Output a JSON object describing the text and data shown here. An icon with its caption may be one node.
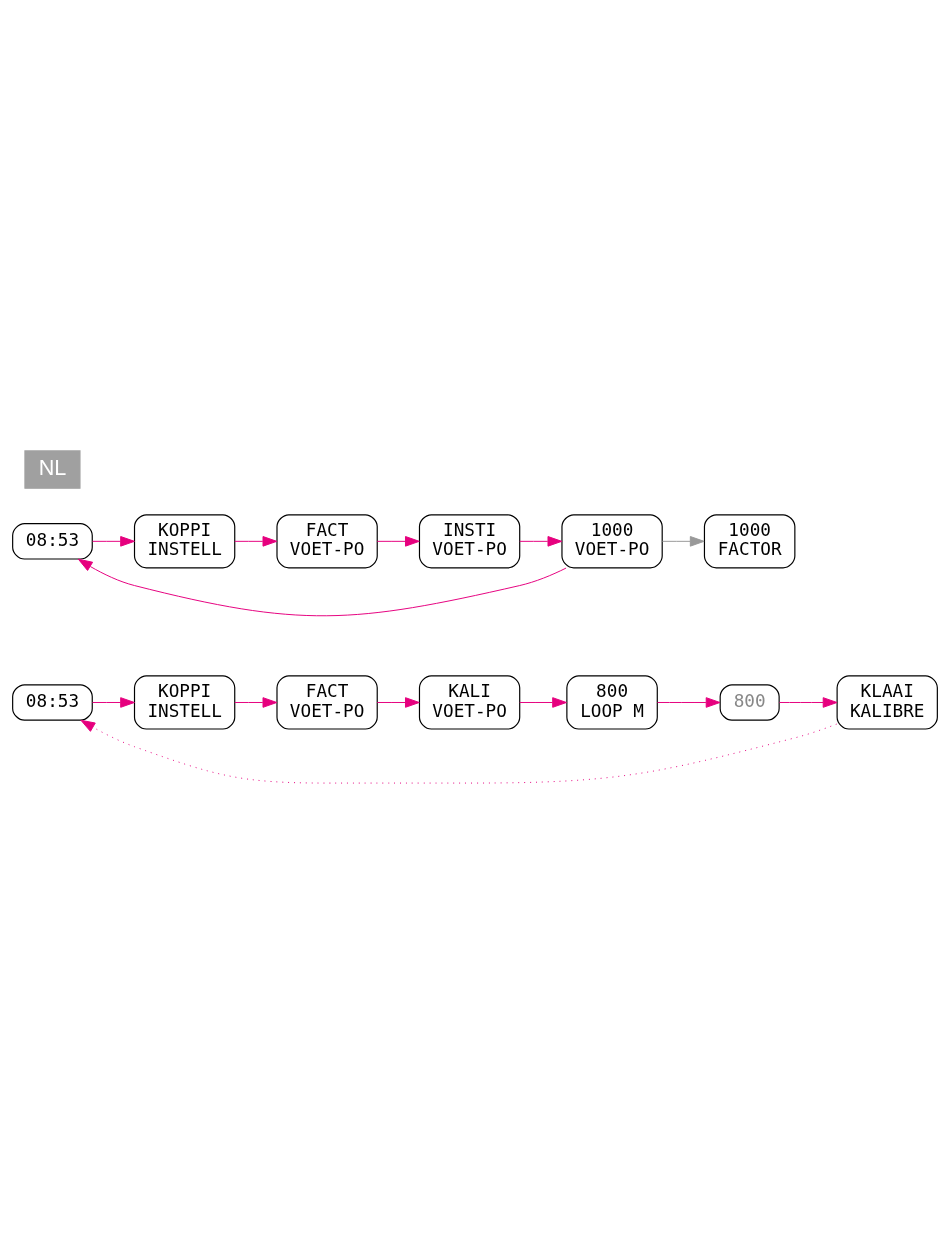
{
  "diagram": {
    "nodes": [
      {
        "text": [
          "08:53"
        ]
      },
      {
        "text": [
          "KOPPI",
          "INSTELL"
        ]
      },
      {
        "text": [
          "FACT",
          "VOET-PO"
        ]
      },
      {
        "text": [
          "KALI",
          "VOET-PO"
        ]
      },
      {
        "text": [
          "800",
          "LOOP M"
        ]
      },
      {
        "text": [
          "800"
        ]
      },
      {
        "text": [
          "KLAAI",
          "KALIBRE"
        ]
      },
      {
        "text": [
          "08:53"
        ]
      },
      {
        "text": [
          "KOPPI",
          "INSTELL"
        ]
      },
      {
        "text": [
          "FACT",
          "VOET-PO"
        ]
      },
      {
        "text": [
          "INSTI",
          "VOET-PO"
        ]
      },
      {
        "text": [
          "1000",
          "VOET-PO"
        ]
      },
      {
        "text": [
          "1000",
          "FACTOR"
        ]
      }
    ],
    "edges": [
      {
        "from": 0,
        "to": 1,
        "arrow": "to"
      },
      {
        "from": 1,
        "to": 2,
        "arrow": "to"
      },
      {
        "from": 2,
        "to": 3,
        "arrow": "to"
      },
      {
        "from": 3,
        "to": 4,
        "arrow": "to"
      },
      {
        "from": 4,
        "to": 5,
        "arrow": "to"
      },
      {
        "from": 5,
        "to": 6,
        "arrow": "to"
      },
      {
        "from": 6,
        "to": 0,
        "arrow": "to",
        "style": "dashed"
      },
      {
        "from": 7,
        "to": 8,
        "arrow": "to"
      },
      {
        "from": 8,
        "to": 9,
        "arrow": "to"
      },
      {
        "from": 9,
        "to": 10,
        "arrow": "to"
      },
      {
        "from": 10,
        "to": 11,
        "arrow": "to"
      },
      {
        "from": 11,
        "to": 7,
        "arrow": "to"
      },
      {
        "from": 11,
        "to": 12,
        "arrow": "to",
        "color": "#999999"
      }
    ],
    "labels": [
      "NL"
    ]
  }
}
